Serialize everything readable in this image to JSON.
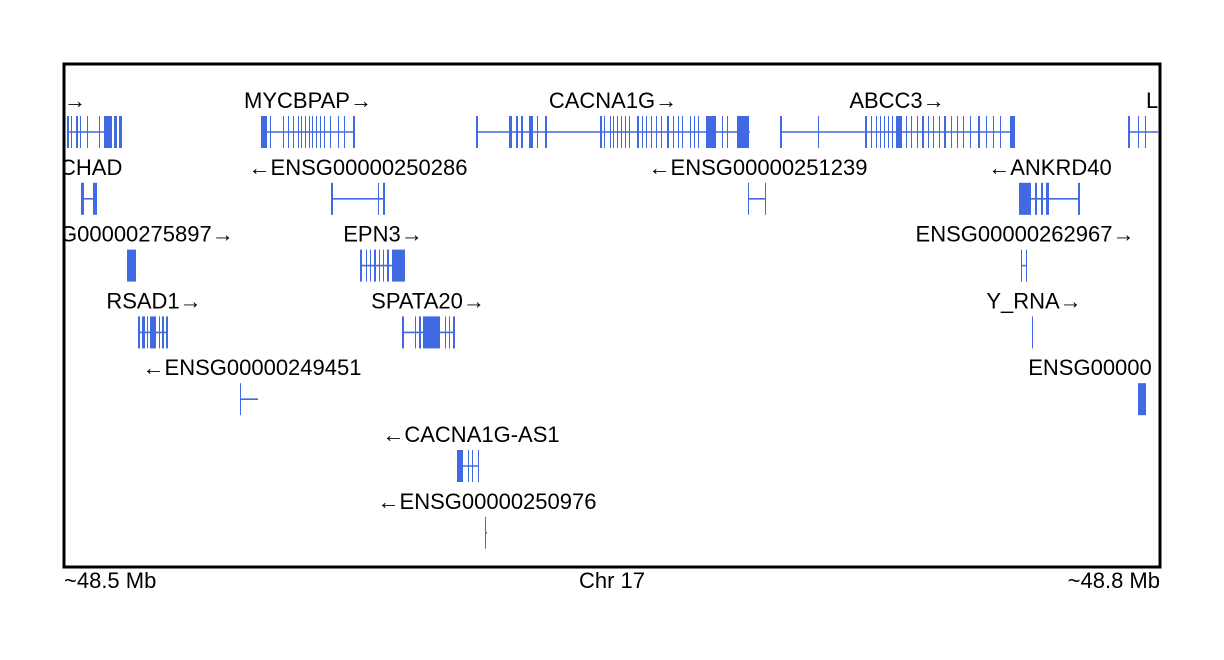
{
  "colors": {
    "gene": "#4169e1",
    "frame": "#000000",
    "background": "#ffffff"
  },
  "axis": {
    "left": "~48.5 Mb",
    "center": "Chr 17",
    "right": "~48.8 Mb"
  },
  "genes": [
    {
      "label": "→",
      "row": 0,
      "segments": [
        [
          67,
          112
        ]
      ],
      "exons": [
        [
          67,
          69
        ],
        [
          71,
          72
        ],
        [
          76,
          78
        ],
        [
          80,
          81
        ],
        [
          87,
          88
        ],
        [
          99,
          100
        ],
        [
          104,
          112
        ],
        [
          114,
          117
        ],
        [
          119,
          122
        ]
      ]
    },
    {
      "label": "MYCBPAP→",
      "row": 0,
      "segments": [
        [
          261,
          355
        ]
      ],
      "exons": [
        [
          261,
          267
        ],
        [
          270,
          271
        ],
        [
          283,
          284
        ],
        [
          288,
          289
        ],
        [
          293,
          294
        ],
        [
          298,
          299
        ],
        [
          301,
          302
        ],
        [
          305,
          306
        ],
        [
          309,
          310
        ],
        [
          312,
          313
        ],
        [
          316,
          317
        ],
        [
          320,
          321
        ],
        [
          324,
          325
        ],
        [
          330,
          331
        ],
        [
          338,
          339
        ],
        [
          344,
          345
        ],
        [
          353,
          355
        ]
      ]
    },
    {
      "label": "CACNA1G→",
      "row": 0,
      "segments": [
        [
          476,
          750
        ]
      ],
      "exons": [
        [
          476,
          478
        ],
        [
          509,
          512
        ],
        [
          516,
          518
        ],
        [
          521,
          523
        ],
        [
          529,
          533
        ],
        [
          537,
          538
        ],
        [
          545,
          547
        ],
        [
          600,
          602
        ],
        [
          604,
          605
        ],
        [
          610,
          611
        ],
        [
          613,
          614
        ],
        [
          617,
          618
        ],
        [
          621,
          622
        ],
        [
          625,
          626
        ],
        [
          629,
          630
        ],
        [
          637,
          639
        ],
        [
          642,
          643
        ],
        [
          646,
          647
        ],
        [
          651,
          652
        ],
        [
          656,
          657
        ],
        [
          661,
          662
        ],
        [
          667,
          669
        ],
        [
          673,
          674
        ],
        [
          678,
          679
        ],
        [
          682,
          683
        ],
        [
          690,
          691
        ],
        [
          694,
          695
        ],
        [
          698,
          699
        ],
        [
          706,
          716
        ],
        [
          722,
          723
        ],
        [
          727,
          728
        ],
        [
          737,
          749
        ]
      ]
    },
    {
      "label": "ABCC3→",
      "row": 0,
      "segments": [
        [
          780,
          1015
        ]
      ],
      "exons": [
        [
          780,
          782
        ],
        [
          818,
          819
        ],
        [
          865,
          867
        ],
        [
          871,
          872
        ],
        [
          876,
          877
        ],
        [
          880,
          881
        ],
        [
          884,
          885
        ],
        [
          888,
          889
        ],
        [
          892,
          893
        ],
        [
          896,
          902
        ],
        [
          906,
          907
        ],
        [
          911,
          912
        ],
        [
          917,
          918
        ],
        [
          922,
          924
        ],
        [
          928,
          929
        ],
        [
          933,
          934
        ],
        [
          939,
          940
        ],
        [
          944,
          946
        ],
        [
          951,
          952
        ],
        [
          957,
          958
        ],
        [
          963,
          964
        ],
        [
          970,
          971
        ],
        [
          978,
          980
        ],
        [
          986,
          987
        ],
        [
          993,
          994
        ],
        [
          1000,
          1001
        ],
        [
          1010,
          1015
        ]
      ]
    },
    {
      "label": "L",
      "row": 0,
      "segments": [
        [
          1128,
          1158
        ]
      ],
      "exons": [
        [
          1128,
          1130
        ],
        [
          1138,
          1139
        ],
        [
          1145,
          1146
        ]
      ]
    },
    {
      "label": "CHAD",
      "row": 1,
      "segments": [
        [
          81,
          96
        ]
      ],
      "exons": [
        [
          81,
          84
        ],
        [
          93,
          97
        ]
      ]
    },
    {
      "label": "←ENSG00000250286",
      "row": 1,
      "segments": [
        [
          332,
          384
        ]
      ],
      "exons": [
        [
          331,
          333
        ],
        [
          378,
          379
        ],
        [
          383,
          385
        ]
      ]
    },
    {
      "label": "←ENSG00000251239",
      "row": 1,
      "segments": [
        [
          748,
          766
        ]
      ],
      "exons": [
        [
          748,
          749
        ],
        [
          765,
          766
        ]
      ]
    },
    {
      "label": "←ANKRD40",
      "row": 1,
      "segments": [
        [
          1019,
          1079
        ]
      ],
      "exons": [
        [
          1019,
          1031
        ],
        [
          1035,
          1037
        ],
        [
          1041,
          1043
        ],
        [
          1046,
          1049
        ],
        [
          1078,
          1080
        ]
      ]
    },
    {
      "label": "G00000275897→",
      "row": 2,
      "segments": [],
      "exons": [
        [
          127,
          136
        ]
      ]
    },
    {
      "label": "EPN3→",
      "row": 2,
      "segments": [
        [
          360,
          404
        ]
      ],
      "exons": [
        [
          360,
          362
        ],
        [
          366,
          367
        ],
        [
          370,
          371
        ],
        [
          374,
          376
        ],
        [
          379,
          380
        ],
        [
          383,
          384
        ],
        [
          387,
          389
        ],
        [
          392,
          405
        ]
      ]
    },
    {
      "label": "ENSG00000262967→",
      "row": 2,
      "segments": [
        [
          1021,
          1027
        ]
      ],
      "exons": [
        [
          1021,
          1022
        ],
        [
          1026,
          1027
        ]
      ]
    },
    {
      "label": "RSAD1→",
      "row": 3,
      "segments": [
        [
          138,
          167
        ]
      ],
      "exons": [
        [
          138,
          140
        ],
        [
          142,
          145
        ],
        [
          147,
          148
        ],
        [
          150,
          156
        ],
        [
          159,
          160
        ],
        [
          162,
          164
        ],
        [
          166,
          168
        ]
      ]
    },
    {
      "label": "SPATA20→",
      "row": 3,
      "segments": [
        [
          402,
          455
        ]
      ],
      "exons": [
        [
          402,
          404
        ],
        [
          415,
          416
        ],
        [
          419,
          421
        ],
        [
          423,
          440
        ],
        [
          445,
          446
        ],
        [
          449,
          450
        ],
        [
          453,
          455
        ]
      ]
    },
    {
      "label": "Y_RNA→",
      "row": 3,
      "segments": [],
      "exons": [
        [
          1032,
          1033
        ]
      ]
    },
    {
      "label": "←ENSG00000249451",
      "row": 4,
      "segments": [
        [
          240,
          258
        ]
      ],
      "exons": [
        [
          240,
          241
        ]
      ]
    },
    {
      "label": "ENSG00000",
      "row": 4,
      "segments": [],
      "exons": [
        [
          1138,
          1146
        ]
      ]
    },
    {
      "label": "←CACNA1G-AS1",
      "row": 5,
      "segments": [
        [
          457,
          479
        ]
      ],
      "exons": [
        [
          457,
          463
        ],
        [
          468,
          469
        ],
        [
          472,
          473
        ],
        [
          478,
          479
        ]
      ]
    },
    {
      "label": "←ENSG00000250976",
      "row": 6,
      "segments": [
        [
          485,
          487
        ]
      ],
      "exons": [
        [
          485,
          486
        ]
      ]
    }
  ]
}
